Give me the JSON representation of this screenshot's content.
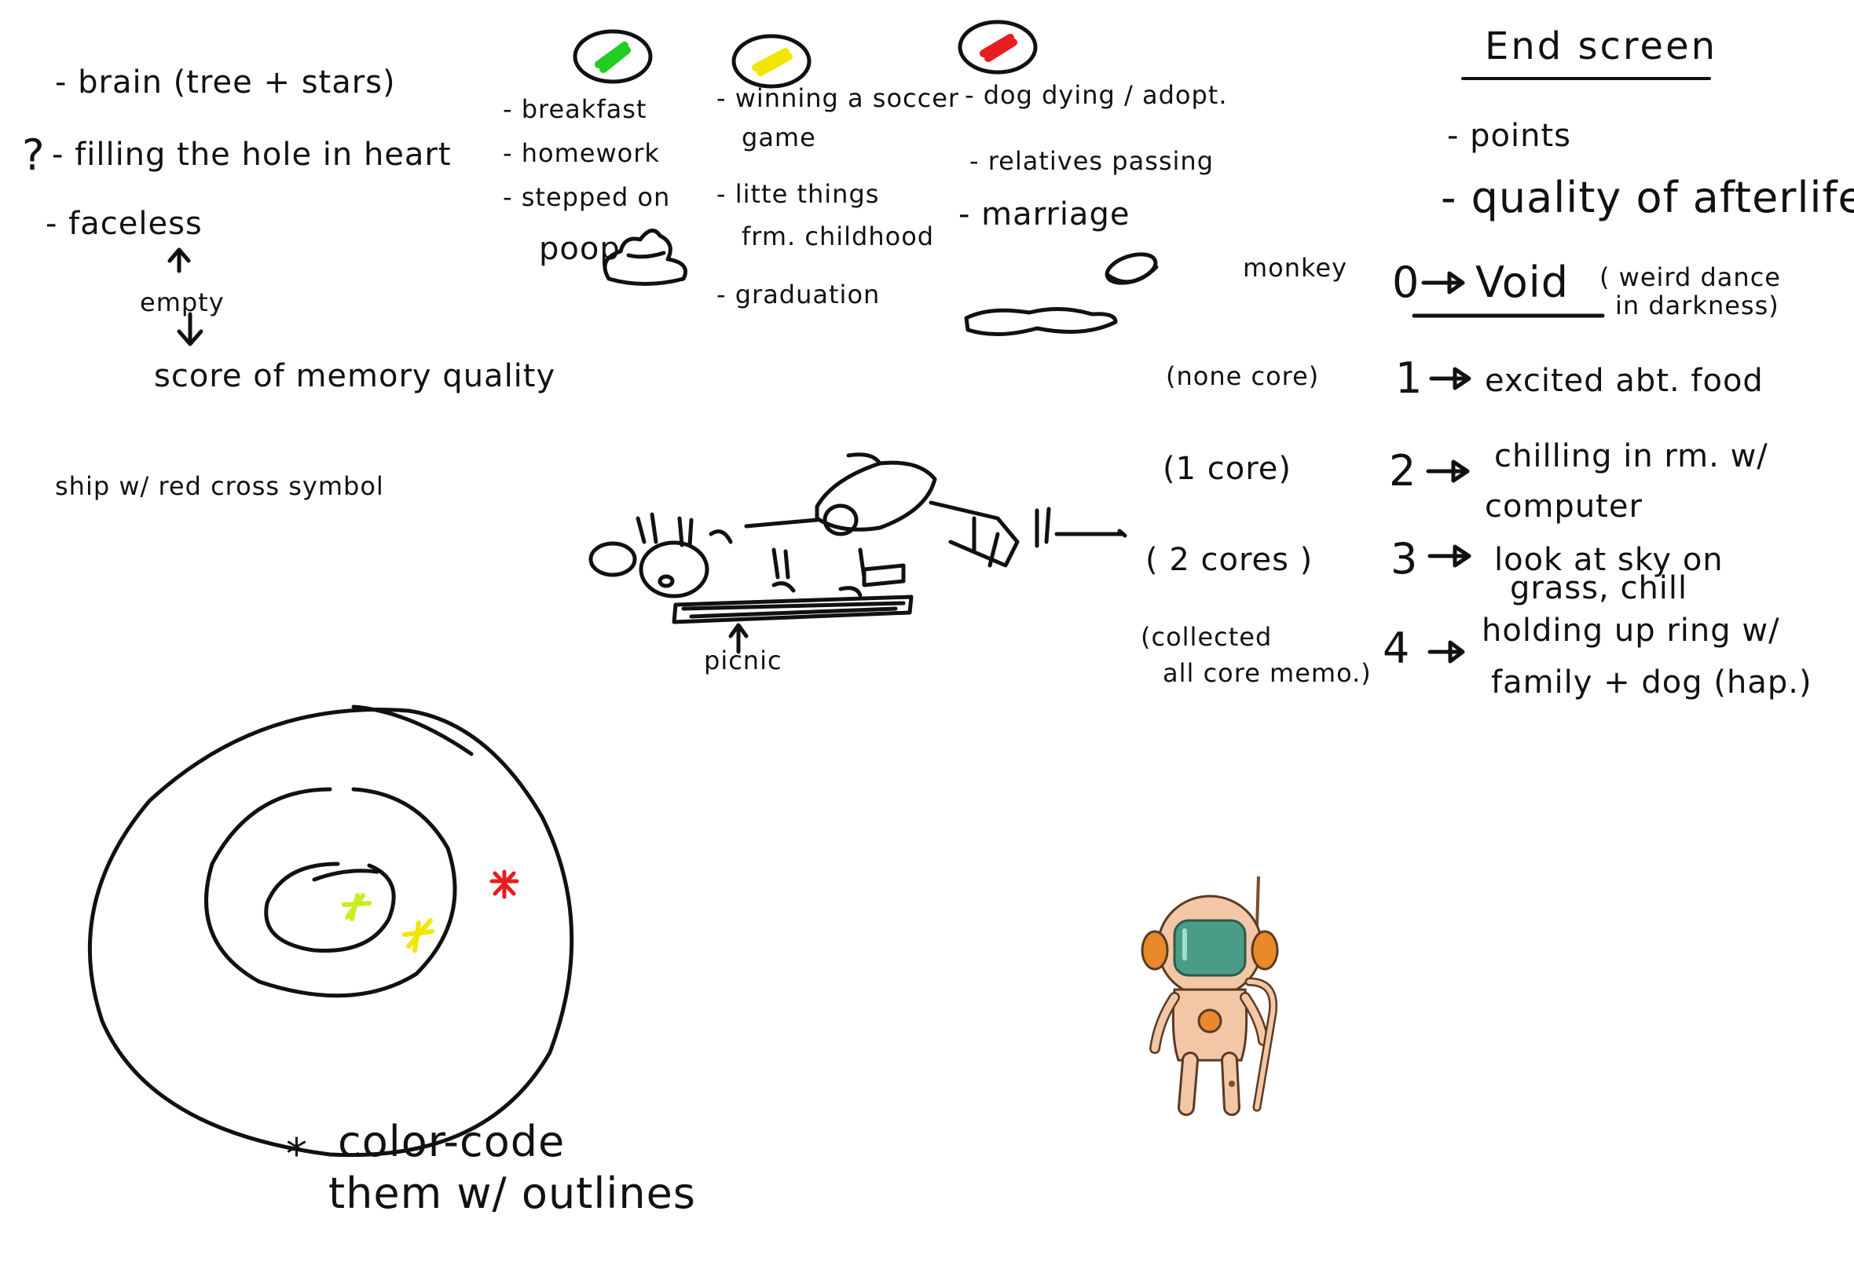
{
  "left_column": {
    "brain": "- brain (tree + stars)",
    "question_mark": "?",
    "filling": "- filling the hole in heart",
    "faceless": "- faceless",
    "empty": "empty",
    "score": "score of memory quality",
    "ship": "ship w/ red cross symbol"
  },
  "memory_columns": {
    "green": {
      "color": "#22cc22",
      "items": [
        "- breakfast",
        "- homework",
        "- stepped on",
        "poop"
      ]
    },
    "yellow": {
      "color": "#f2e600",
      "items": [
        "- winning a soccer",
        "game",
        "- litte things",
        "frm. childhood",
        "- graduation"
      ]
    },
    "red": {
      "color": "#e61e1e",
      "items": [
        "- dog dying / adopt.",
        "- relatives passing",
        "- marriage"
      ]
    }
  },
  "monkey": "monkey",
  "picnic": "picnic",
  "end_screen": {
    "title": "End screen",
    "bullets": [
      "- points",
      "- quality of afterlife"
    ],
    "levels": [
      {
        "condition": "",
        "score": "0",
        "desc_lines": [
          "Void",
          "( weird dance",
          "in darkness)"
        ]
      },
      {
        "condition": "(none core)",
        "score": "1",
        "desc_lines": [
          "excited abt. food"
        ]
      },
      {
        "condition": "(1 core)",
        "score": "2",
        "desc_lines": [
          "chilling in rm. w/",
          "computer"
        ]
      },
      {
        "condition": "( 2 cores )",
        "score": "3",
        "desc_lines": [
          "look at sky on",
          "grass, chill"
        ]
      },
      {
        "condition": "(collected all core memo.)",
        "condition_lines": [
          "(collected",
          "all core memo.)"
        ],
        "score": "4",
        "desc_lines": [
          "holding up ring w/",
          "family + dog (hap.)"
        ]
      }
    ]
  },
  "rings_note": {
    "star": "*",
    "line1": "color-code",
    "line2": "them w/ outlines"
  },
  "star_colors": {
    "inner": "#c6ee22",
    "middle": "#f2e600",
    "outer": "#e61e1e"
  },
  "character_colors": {
    "suit": "#f3c7a6",
    "orange": "#e9892a",
    "visor": "#4a9c86"
  }
}
